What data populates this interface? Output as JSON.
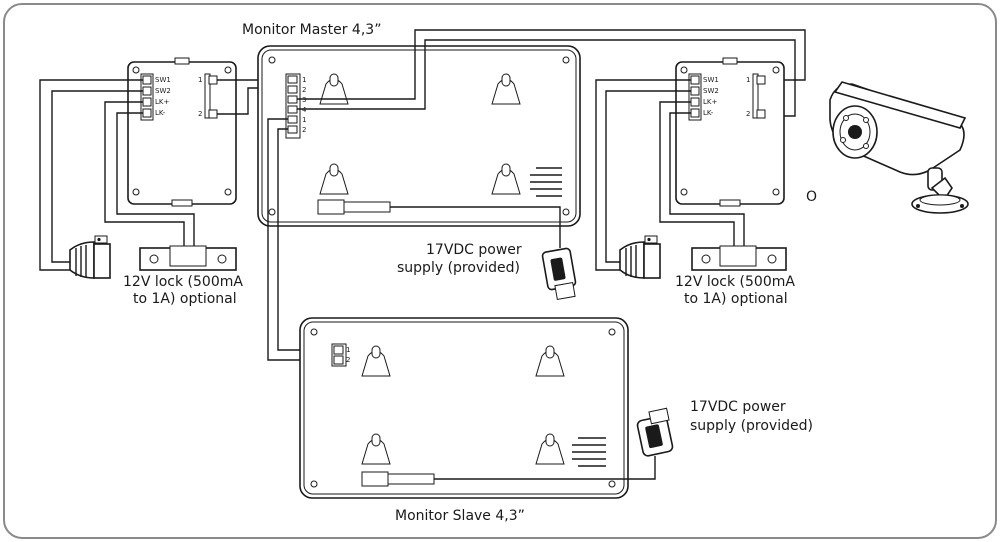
{
  "monitor_master": {
    "label": "Monitor Master 4,3”",
    "terminals": [
      "1",
      "2",
      "3",
      "4",
      "1",
      "2"
    ]
  },
  "monitor_slave": {
    "label": "Monitor Slave 4,3”",
    "terminals": [
      "1",
      "2"
    ]
  },
  "door_station_left": {
    "terminals": [
      "SW1",
      "SW2",
      "LK+",
      "LK-"
    ],
    "connectors": [
      "1",
      "2"
    ]
  },
  "door_station_right": {
    "terminals": [
      "SW1",
      "SW2",
      "LK+",
      "LK-"
    ],
    "connectors": [
      "1",
      "2"
    ],
    "or_label": "O"
  },
  "lock_left": {
    "label_line1": "12V lock (500mA",
    "label_line2": "to 1A) optional"
  },
  "lock_right": {
    "label_line1": "12V lock (500mA",
    "label_line2": "to 1A) optional"
  },
  "power_master": {
    "label_line1": "17VDC power",
    "label_line2": "supply (provided)"
  },
  "power_slave": {
    "label_line1": "17VDC power",
    "label_line2": "supply (provided)"
  }
}
